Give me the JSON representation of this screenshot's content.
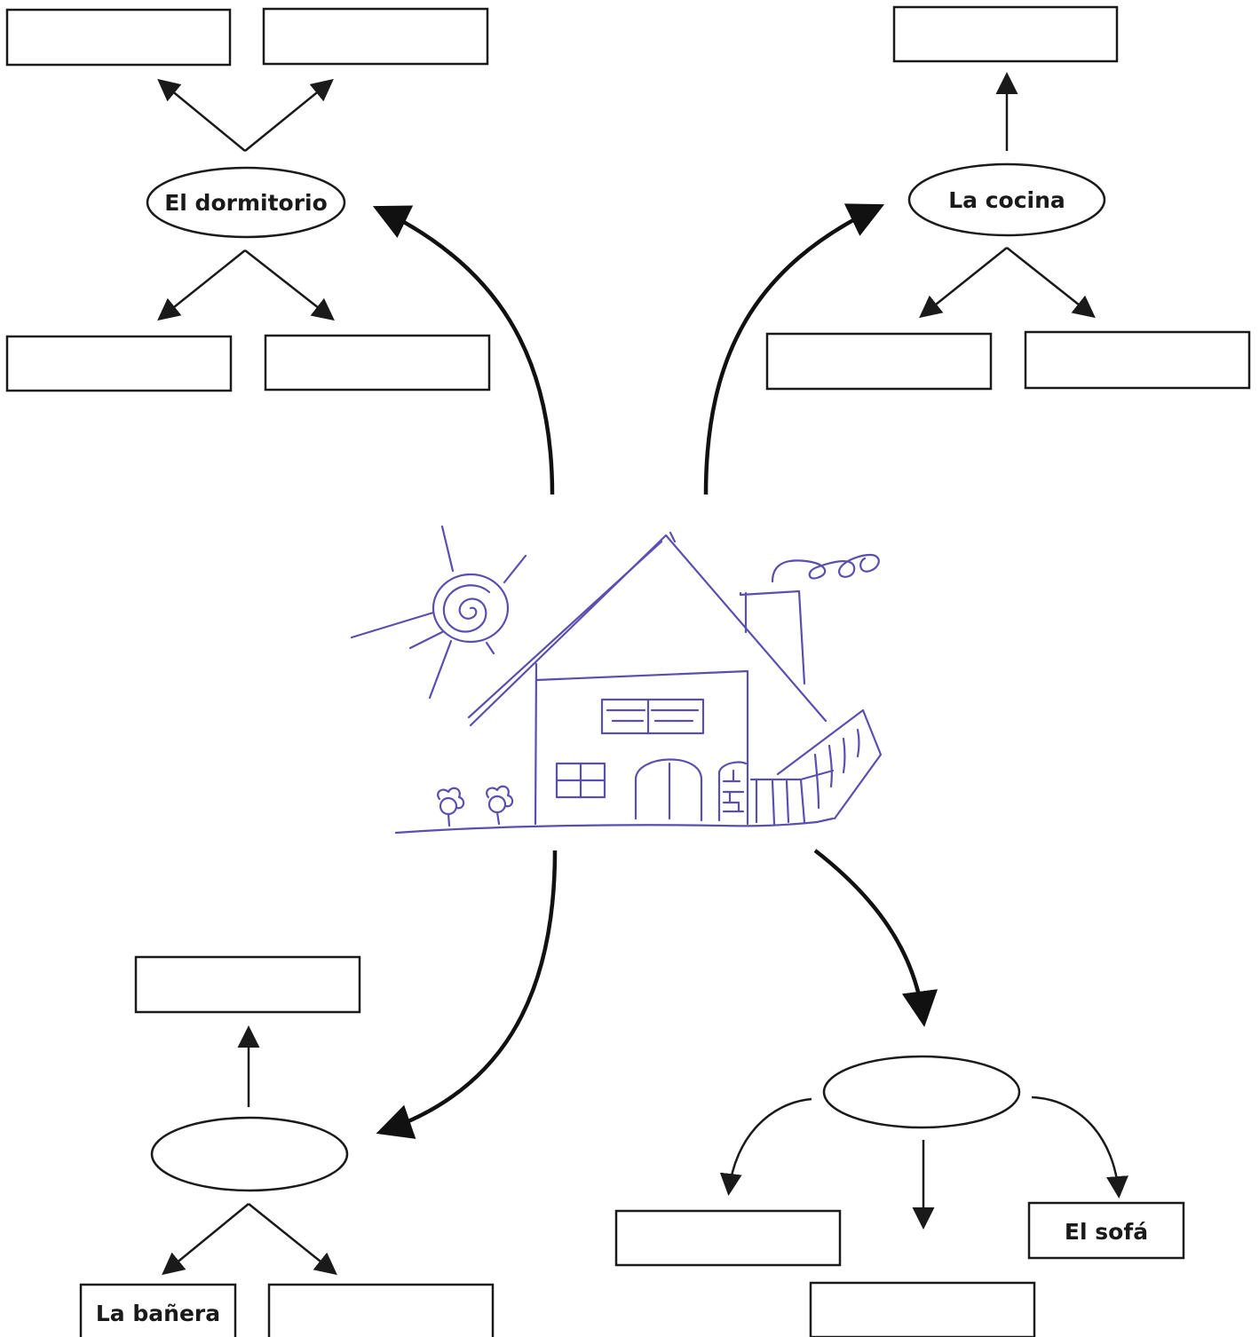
{
  "nodes": {
    "dormitorio": "El dormitorio",
    "cocina": "La cocina",
    "bano": "",
    "salon": ""
  },
  "leaves": {
    "dormitorio_top_left": "",
    "dormitorio_top_right": "",
    "dormitorio_bottom_left": "",
    "dormitorio_bottom_right": "",
    "cocina_top": "",
    "cocina_bottom_left": "",
    "cocina_bottom_right": "",
    "bano_top": "",
    "bano_bottom_left": "La bañera",
    "bano_bottom_right": "",
    "salon_left": "",
    "salon_center": "",
    "salon_right": "El sofá"
  },
  "icons": {
    "center": "house-sketch-icon",
    "sun": "sun-icon"
  },
  "colors": {
    "ink": "#1a1a1a",
    "sketch": "#5a4fb0"
  }
}
